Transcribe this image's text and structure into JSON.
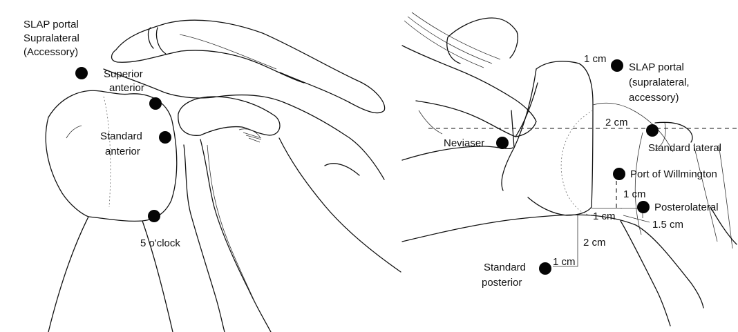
{
  "left_panel": {
    "labels": {
      "slap_line1": "SLAP portal",
      "slap_line2": "Supralateral",
      "slap_line3": "(Accessory)",
      "superior_line1": "Superior",
      "superior_line2": "anterior",
      "standard_line1": "Standard",
      "standard_line2": "anterior",
      "five_oclock": "5 o'clock"
    }
  },
  "right_panel": {
    "labels": {
      "one_cm_top": "1 cm",
      "slap_line1": "SLAP portal",
      "slap_line2": "(supralateral,",
      "slap_line3": "accessory)",
      "two_cm_horizontal": "2 cm",
      "neviaser": "Neviaser",
      "standard_lateral": "Standard lateral",
      "port_of_wilmington": "Port of Willmington",
      "one_cm_vertical": "1 cm",
      "posterolateral": "Posterolateral",
      "one_cm_bottom": "1 cm",
      "one_point_five_cm": "1.5 cm",
      "two_cm_vertical": "2 cm",
      "one_cm_posterior": "1 cm",
      "standard_posterior_line1": "Standard",
      "standard_posterior_line2": "posterior"
    }
  }
}
